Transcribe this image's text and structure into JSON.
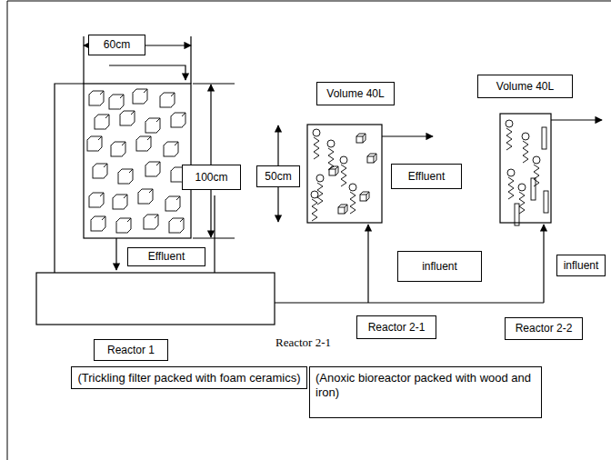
{
  "diagram": {
    "nodes": [
      {
        "text": [
          "60cm"
        ]
      },
      {
        "text": [
          "Volume 40L"
        ]
      },
      {
        "text": [
          "Volume 40L"
        ]
      },
      {
        "text": [
          "Effluent"
        ]
      },
      {
        "text": [
          "100cm"
        ]
      },
      {
        "text": [
          "50cm"
        ]
      },
      {
        "text": [
          "Effluent"
        ]
      },
      {
        "text": [
          "influent"
        ]
      },
      {
        "text": [
          "influent"
        ]
      },
      {
        "text": [
          "Reactor 1"
        ]
      },
      {
        "text": [
          "Reactor 2-1"
        ]
      },
      {
        "text": [
          "Reactor 2-2"
        ]
      },
      {
        "text": [
          "(Trickling filter packed with foam ceramics)"
        ]
      },
      {
        "text": [
          "(Anoxic bioreactor packed with wood and iron)"
        ]
      }
    ],
    "labels": [
      "Reactor 2-1"
    ]
  }
}
